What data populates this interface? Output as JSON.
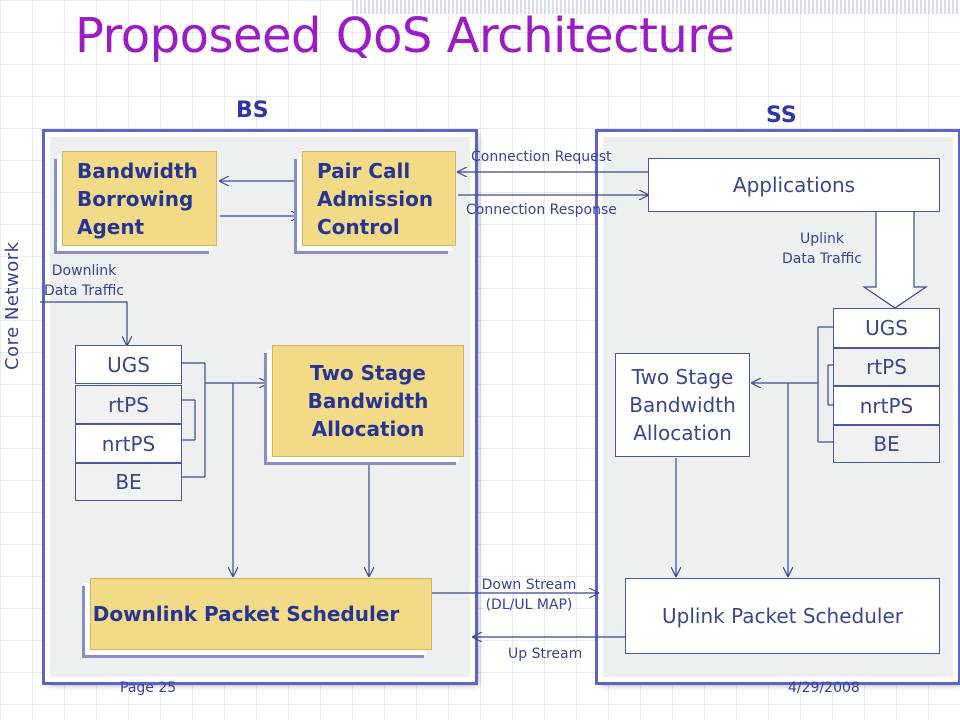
{
  "title": "Proposeed QoS Architecture",
  "bs_label": "BS",
  "ss_label": "SS",
  "core_network": "Core Network",
  "bs": {
    "bandwidth_borrowing_agent": "Bandwidth Borrowing Agent",
    "pair_call_admission_control": "Pair Call Admission Control",
    "downlink_traffic_line1": "Downlink",
    "downlink_traffic_line2": "Data Traffic",
    "queues": [
      "UGS",
      "rtPS",
      "nrtPS",
      "BE"
    ],
    "two_stage_allocation": "Two Stage Bandwidth Allocation",
    "downlink_packet_scheduler": "Downlink Packet Scheduler"
  },
  "ss": {
    "applications": "Applications",
    "uplink_traffic_line1": "Uplink",
    "uplink_traffic_line2": "Data Traffic",
    "queues": [
      "UGS",
      "rtPS",
      "nrtPS",
      "BE"
    ],
    "two_stage_allocation": "Two Stage Bandwidth Allocation",
    "uplink_packet_scheduler": "Uplink Packet Scheduler"
  },
  "links": {
    "connection_request": "Connection Request",
    "connection_response": "Connection Response",
    "down_stream_line1": "Down Stream",
    "down_stream_line2": "(DL/UL MAP)",
    "up_stream": "Up Stream"
  },
  "footer": {
    "page": "Page 25",
    "date": "4/29/2008"
  },
  "colors": {
    "title": "#9d1bc4",
    "accent_box": "#f2da86",
    "panel_border": "#5d64c8"
  }
}
